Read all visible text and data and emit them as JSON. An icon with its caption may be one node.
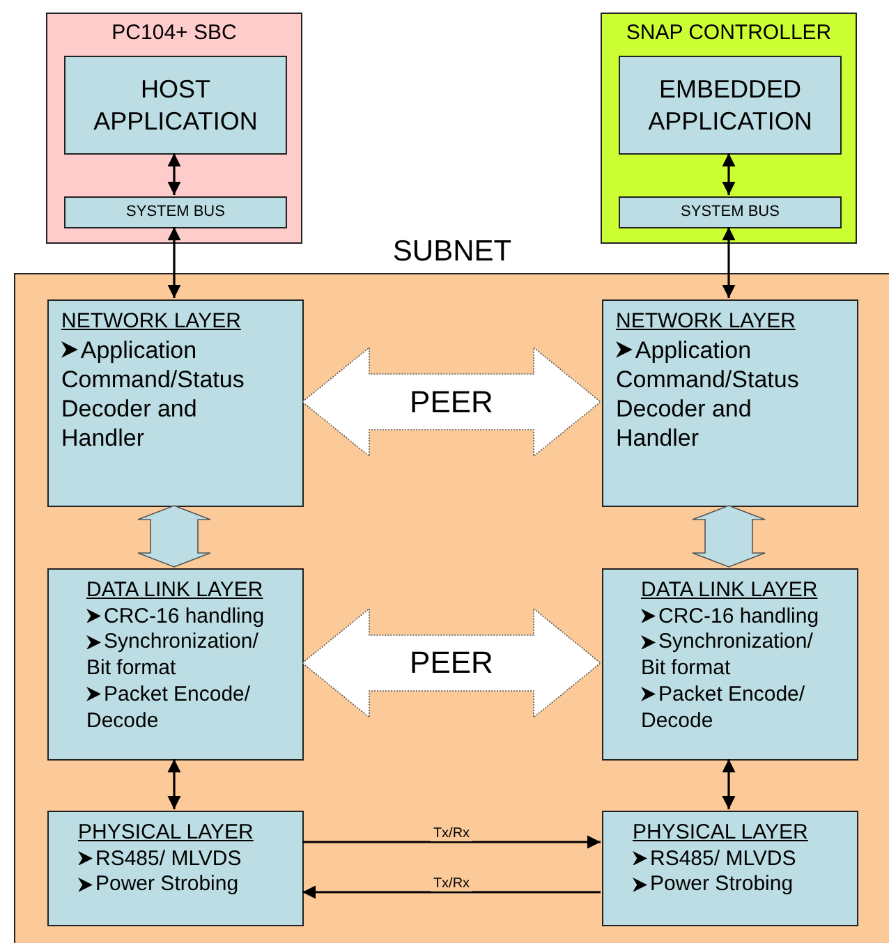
{
  "diagram": {
    "nodes": [
      {
        "text": [
          "PC104+ SBC"
        ]
      },
      {
        "text": [
          "HOST APPLICATION"
        ],
        "in": 0
      },
      {
        "text": [
          "SYSTEM BUS"
        ],
        "in": 0
      },
      {
        "text": [
          "SNAP CONTROLLER"
        ]
      },
      {
        "text": [
          "EMBEDDED APPLICATION"
        ],
        "in": 3
      },
      {
        "text": [
          "SYSTEM BUS"
        ],
        "in": 3
      },
      {
        "text": [
          "SUBNET"
        ]
      },
      {
        "text": [
          "NETWORK LAYER",
          "Application Command/Status Decoder and Handler"
        ],
        "in": 6
      },
      {
        "text": [
          "NETWORK LAYER",
          "Application Command/Status Decoder and Handler"
        ],
        "in": 6
      },
      {
        "text": [
          "DATA LINK LAYER",
          "CRC-16 handling",
          "Synchronization/ Bit format",
          "Packet Encode/ Decode"
        ],
        "in": 6
      },
      {
        "text": [
          "DATA LINK LAYER",
          "CRC-16 handling",
          "Synchronization/ Bit format",
          "Packet Encode/ Decode"
        ],
        "in": 6
      },
      {
        "text": [
          "PHYSICAL LAYER",
          "RS485/ MLVDS",
          "Power Strobing"
        ],
        "in": 6
      },
      {
        "text": [
          "PHYSICAL LAYER",
          "RS485/ MLVDS",
          "Power Strobing"
        ],
        "in": 6
      }
    ],
    "edges": [
      {
        "from": 1,
        "to": 2,
        "arrow": "both"
      },
      {
        "from": 2,
        "to": 7,
        "arrow": "both"
      },
      {
        "from": 4,
        "to": 5,
        "arrow": "both"
      },
      {
        "from": 5,
        "to": 8,
        "arrow": "both"
      },
      {
        "from": 7,
        "to": 8,
        "arrow": "both",
        "label": "PEER",
        "style": "thick",
        "color": "#ffffff"
      },
      {
        "from": 7,
        "to": 9,
        "arrow": "both",
        "style": "thick",
        "color": "#bcdde3"
      },
      {
        "from": 8,
        "to": 10,
        "arrow": "both",
        "style": "thick",
        "color": "#bcdde3"
      },
      {
        "from": 9,
        "to": 10,
        "arrow": "both",
        "label": "PEER",
        "style": "thick",
        "color": "#ffffff"
      },
      {
        "from": 9,
        "to": 11,
        "arrow": "both"
      },
      {
        "from": 10,
        "to": 12,
        "arrow": "both"
      },
      {
        "from": 11,
        "to": 12,
        "arrow": "to",
        "label": "Tx/Rx"
      },
      {
        "from": 12,
        "to": 11,
        "arrow": "to",
        "label": "Tx/Rx"
      }
    ]
  }
}
